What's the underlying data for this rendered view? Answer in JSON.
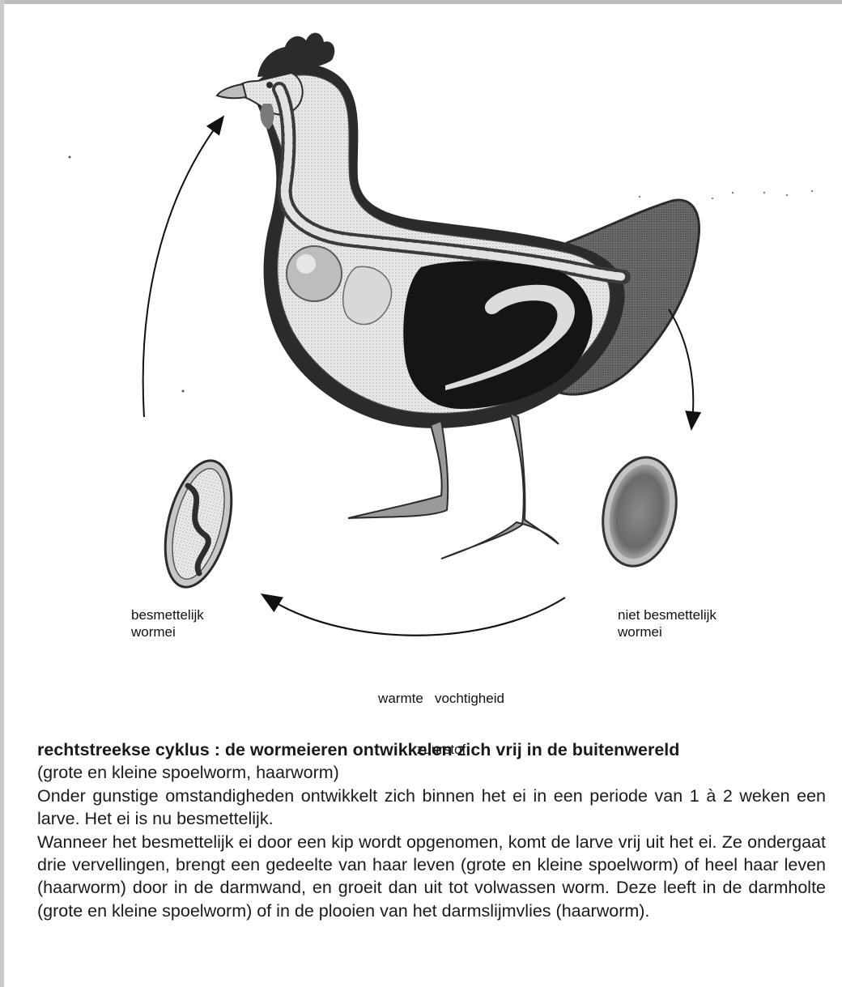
{
  "labels": {
    "infectious_egg": [
      "besmettelijk",
      "wormei"
    ],
    "non_infectious_egg": [
      "niet besmettelijk",
      "wormei"
    ],
    "conditions": [
      "warmte   vochtigheid",
      "zuurstof"
    ]
  },
  "text": {
    "heading": "rechtstreekse cyklus : de wormeieren ontwikkelen zich vrij in de buitenwereld",
    "subheading": "(grote en kleine spoelworm, haarworm)",
    "paragraph1": "Onder gunstige omstandigheden ontwikkelt zich binnen het ei in een periode van 1 à 2 weken een larve. Het ei is nu besmettelijk.",
    "paragraph2": "Wanneer het besmettelijk ei door een kip wordt opgenomen, komt de larve vrij uit het ei. Ze ondergaat drie vervellingen, brengt een gedeelte van haar leven (grote en kleine spoelworm) of heel haar leven (haarworm) door in de darmwand, en groeit dan uit tot volwassen worm. Deze leeft in de darmholte (grote en kleine spoelworm) of in de plooien van het darmslijmvlies (haarworm)."
  },
  "colors": {
    "ink": "#111111",
    "hen_outline": "#2b2b2b",
    "hen_body_fill": "#e6e6e6",
    "intestine_fill": "#151515",
    "worm": "#dcdcdc",
    "legs": "#9a9a9a"
  }
}
